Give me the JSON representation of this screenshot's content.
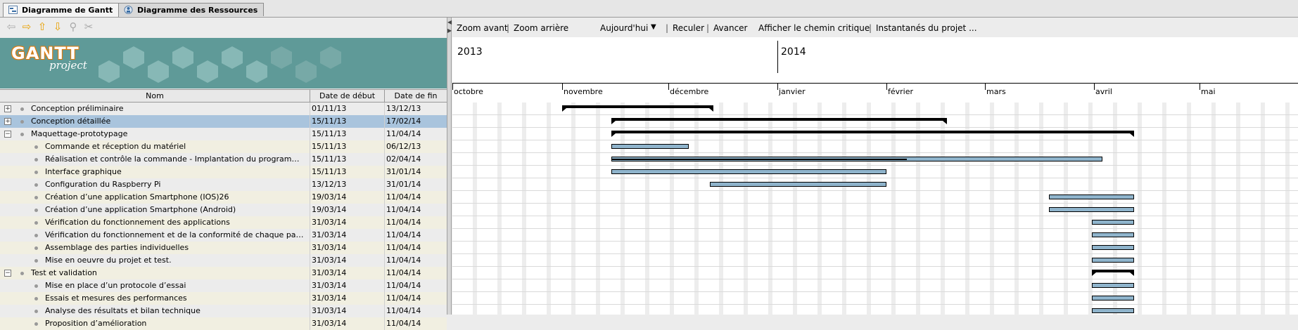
{
  "tabs": [
    {
      "label": "Diagramme de Gantt",
      "active": true
    },
    {
      "label": "Diagramme des Ressources",
      "active": false
    }
  ],
  "left_toolbar": {
    "icons": [
      "arrow-left-icon",
      "arrow-right-icon",
      "arrow-up-icon",
      "arrow-down-icon",
      "link-icon",
      "unlink-icon"
    ]
  },
  "logo": {
    "text_main": "GANTT",
    "text_sub": "project"
  },
  "columns": {
    "name": "Nom",
    "start": "Date de début",
    "end": "Date de fin"
  },
  "tasks": [
    {
      "name": "Conception préliminaire",
      "start": "01/11/13",
      "end": "13/12/13",
      "level": 0,
      "expander": "+"
    },
    {
      "name": "Conception détaillée",
      "start": "15/11/13",
      "end": "17/02/14",
      "level": 0,
      "expander": "+",
      "selected": true
    },
    {
      "name": "Maquettage-prototypage",
      "start": "15/11/13",
      "end": "11/04/14",
      "level": 0,
      "expander": "−"
    },
    {
      "name": "Commande et réception du matériel",
      "start": "15/11/13",
      "end": "06/12/13",
      "level": 1
    },
    {
      "name": "Réalisation et contrôle la commande - Implantation du programme ...",
      "start": "15/11/13",
      "end": "02/04/14",
      "level": 1
    },
    {
      "name": "Interface graphique",
      "start": "15/11/13",
      "end": "31/01/14",
      "level": 1
    },
    {
      "name": "Configuration du Raspberry Pi",
      "start": "13/12/13",
      "end": "31/01/14",
      "level": 1
    },
    {
      "name": "Création d’une application Smartphone (IOS)26",
      "start": "19/03/14",
      "end": "11/04/14",
      "level": 1
    },
    {
      "name": "Création d’une application Smartphone (Android)",
      "start": "19/03/14",
      "end": "11/04/14",
      "level": 1
    },
    {
      "name": "Vérification du fonctionnement des applications",
      "start": "31/03/14",
      "end": "11/04/14",
      "level": 1
    },
    {
      "name": "Vérification du fonctionnement et de la conformité de chaque partie i...",
      "start": "31/03/14",
      "end": "11/04/14",
      "level": 1
    },
    {
      "name": "Assemblage des parties individuelles",
      "start": "31/03/14",
      "end": "11/04/14",
      "level": 1
    },
    {
      "name": "Mise en oeuvre du projet et test.",
      "start": "31/03/14",
      "end": "11/04/14",
      "level": 1
    },
    {
      "name": "Test et validation",
      "start": "31/03/14",
      "end": "11/04/14",
      "level": 0,
      "expander": "−"
    },
    {
      "name": "Mise en place d’un protocole d’essai",
      "start": "31/03/14",
      "end": "11/04/14",
      "level": 1
    },
    {
      "name": "Essais et mesures des performances",
      "start": "31/03/14",
      "end": "11/04/14",
      "level": 1
    },
    {
      "name": "Analyse des résultats et bilan technique",
      "start": "31/03/14",
      "end": "11/04/14",
      "level": 1
    },
    {
      "name": "Proposition d’amélioration",
      "start": "31/03/14",
      "end": "11/04/14",
      "level": 1
    }
  ],
  "right_toolbar": {
    "zoom_in": "Zoom avant",
    "zoom_out": "Zoom arrière",
    "today": "Aujourd'hui",
    "back": "Reculer",
    "forward": "Avancer",
    "critical_path": "Afficher le chemin critique",
    "snapshots": "Instantanés du projet ..."
  },
  "timeline": {
    "years": [
      "2013",
      "2014"
    ],
    "months": [
      "octobre",
      "novembre",
      "décembre",
      "janvier",
      "février",
      "mars",
      "avril",
      "mai"
    ]
  },
  "chart_data": {
    "type": "gantt",
    "x_start": "2013-10-01",
    "tasks": [
      {
        "start": "2013-11-01",
        "end": "2013-12-13",
        "summary": true
      },
      {
        "start": "2013-11-15",
        "end": "2014-02-17",
        "summary": true
      },
      {
        "start": "2013-11-15",
        "end": "2014-04-11",
        "summary": true
      },
      {
        "start": "2013-11-15",
        "end": "2013-12-06",
        "summary": false
      },
      {
        "start": "2013-11-15",
        "end": "2014-04-02",
        "summary": false,
        "progress": 0.6
      },
      {
        "start": "2013-11-15",
        "end": "2014-01-31",
        "summary": false
      },
      {
        "start": "2013-12-13",
        "end": "2014-01-31",
        "summary": false
      },
      {
        "start": "2014-03-19",
        "end": "2014-04-11",
        "summary": false
      },
      {
        "start": "2014-03-19",
        "end": "2014-04-11",
        "summary": false
      },
      {
        "start": "2014-03-31",
        "end": "2014-04-11",
        "summary": false
      },
      {
        "start": "2014-03-31",
        "end": "2014-04-11",
        "summary": false
      },
      {
        "start": "2014-03-31",
        "end": "2014-04-11",
        "summary": false
      },
      {
        "start": "2014-03-31",
        "end": "2014-04-11",
        "summary": false
      },
      {
        "start": "2014-03-31",
        "end": "2014-04-11",
        "summary": true
      },
      {
        "start": "2014-03-31",
        "end": "2014-04-11",
        "summary": false
      },
      {
        "start": "2014-03-31",
        "end": "2014-04-11",
        "summary": false
      },
      {
        "start": "2014-03-31",
        "end": "2014-04-11",
        "summary": false
      },
      {
        "start": "2014-03-31",
        "end": "2014-04-11",
        "summary": false
      }
    ]
  }
}
